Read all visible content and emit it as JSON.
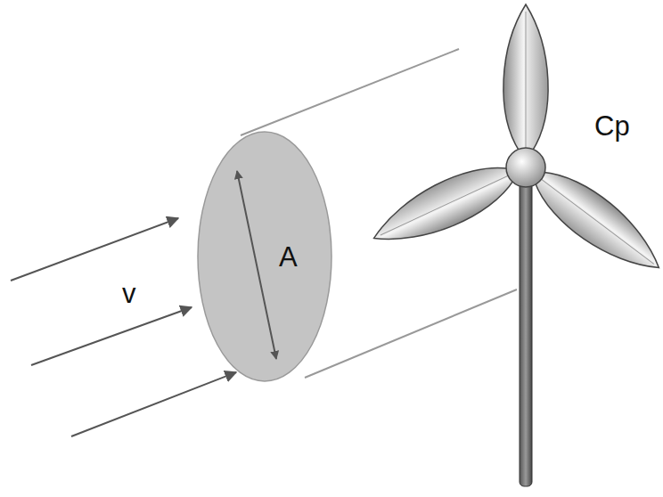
{
  "diagram": {
    "labels": [
      "Cp",
      "A",
      "v"
    ]
  }
}
